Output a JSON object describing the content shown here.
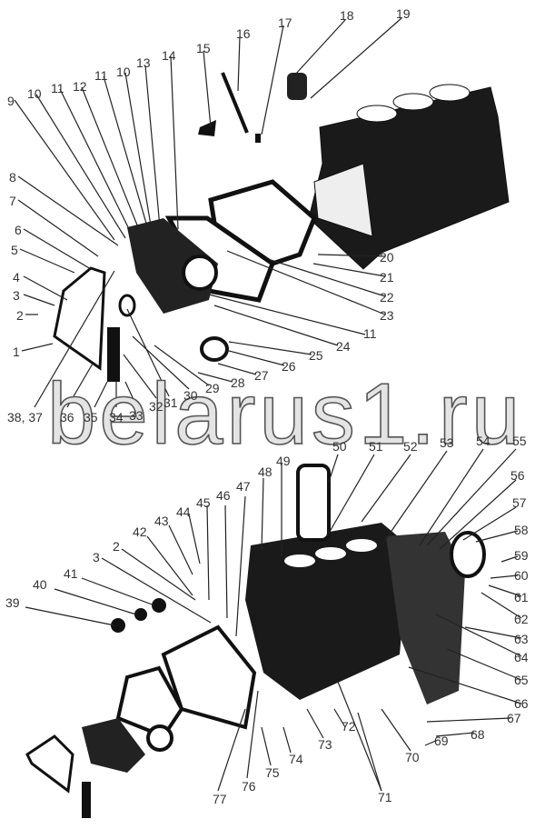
{
  "watermark": "belarus1.ru",
  "top_callouts": [
    "1",
    "2",
    "3",
    "4",
    "5",
    "6",
    "7",
    "8",
    "9",
    "10",
    "11",
    "12",
    "11",
    "10",
    "13",
    "14",
    "15",
    "16",
    "17",
    "18",
    "19",
    "20",
    "21",
    "22",
    "23",
    "24",
    "11",
    "25",
    "26",
    "27",
    "28",
    "29",
    "30",
    "31",
    "32",
    "33",
    "34",
    "35",
    "36",
    "38, 37"
  ],
  "bottom_callouts": [
    "39",
    "40",
    "41",
    "3",
    "2",
    "42",
    "43",
    "44",
    "45",
    "46",
    "47",
    "48",
    "49",
    "50",
    "51",
    "52",
    "53",
    "54",
    "55",
    "56",
    "57",
    "58",
    "59",
    "60",
    "61",
    "62",
    "63",
    "64",
    "65",
    "66",
    "67",
    "68",
    "69",
    "70",
    "71",
    "72",
    "73",
    "74",
    "75",
    "76",
    "77"
  ]
}
